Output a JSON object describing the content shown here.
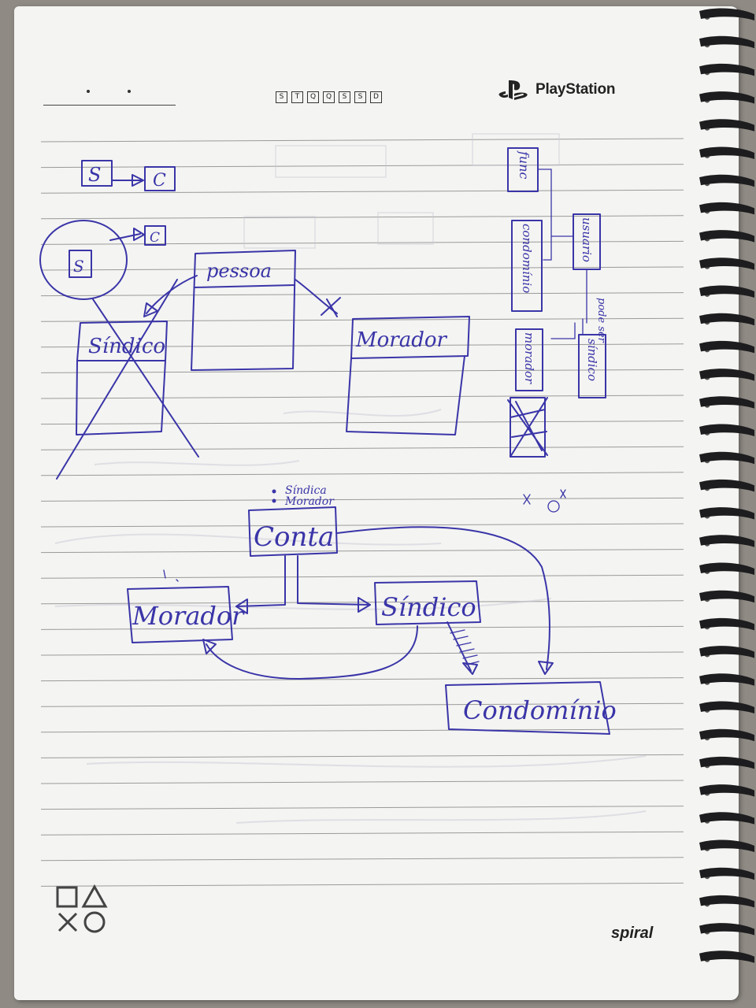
{
  "header": {
    "weekdays": [
      "S",
      "T",
      "Q",
      "Q",
      "S",
      "S",
      "D"
    ],
    "brand": "PlayStation",
    "footer_brand": "spiral"
  },
  "sketch": {
    "mini": {
      "s_box": "S",
      "c_box": "C",
      "circle_s": "S",
      "circle_c": "C"
    },
    "class_pessoa": "pessoa",
    "class_sindico_top": "Síndico",
    "class_morador_top": "Morador",
    "side_labels": {
      "func": "func",
      "condominio": "condomínio",
      "usuario": "usuario",
      "morador": "morador",
      "sindico": "síndico",
      "pode_ser": "pode ser"
    },
    "conta_roles": [
      "Síndica",
      "Morador"
    ],
    "class_conta": "Conta",
    "class_morador": "Morador",
    "class_sindico": "Síndico",
    "class_condominio": "Condomínio"
  },
  "colors": {
    "ink": "#3a35a8",
    "paper": "#f4f4f2",
    "rule": "#9a9a9a"
  }
}
